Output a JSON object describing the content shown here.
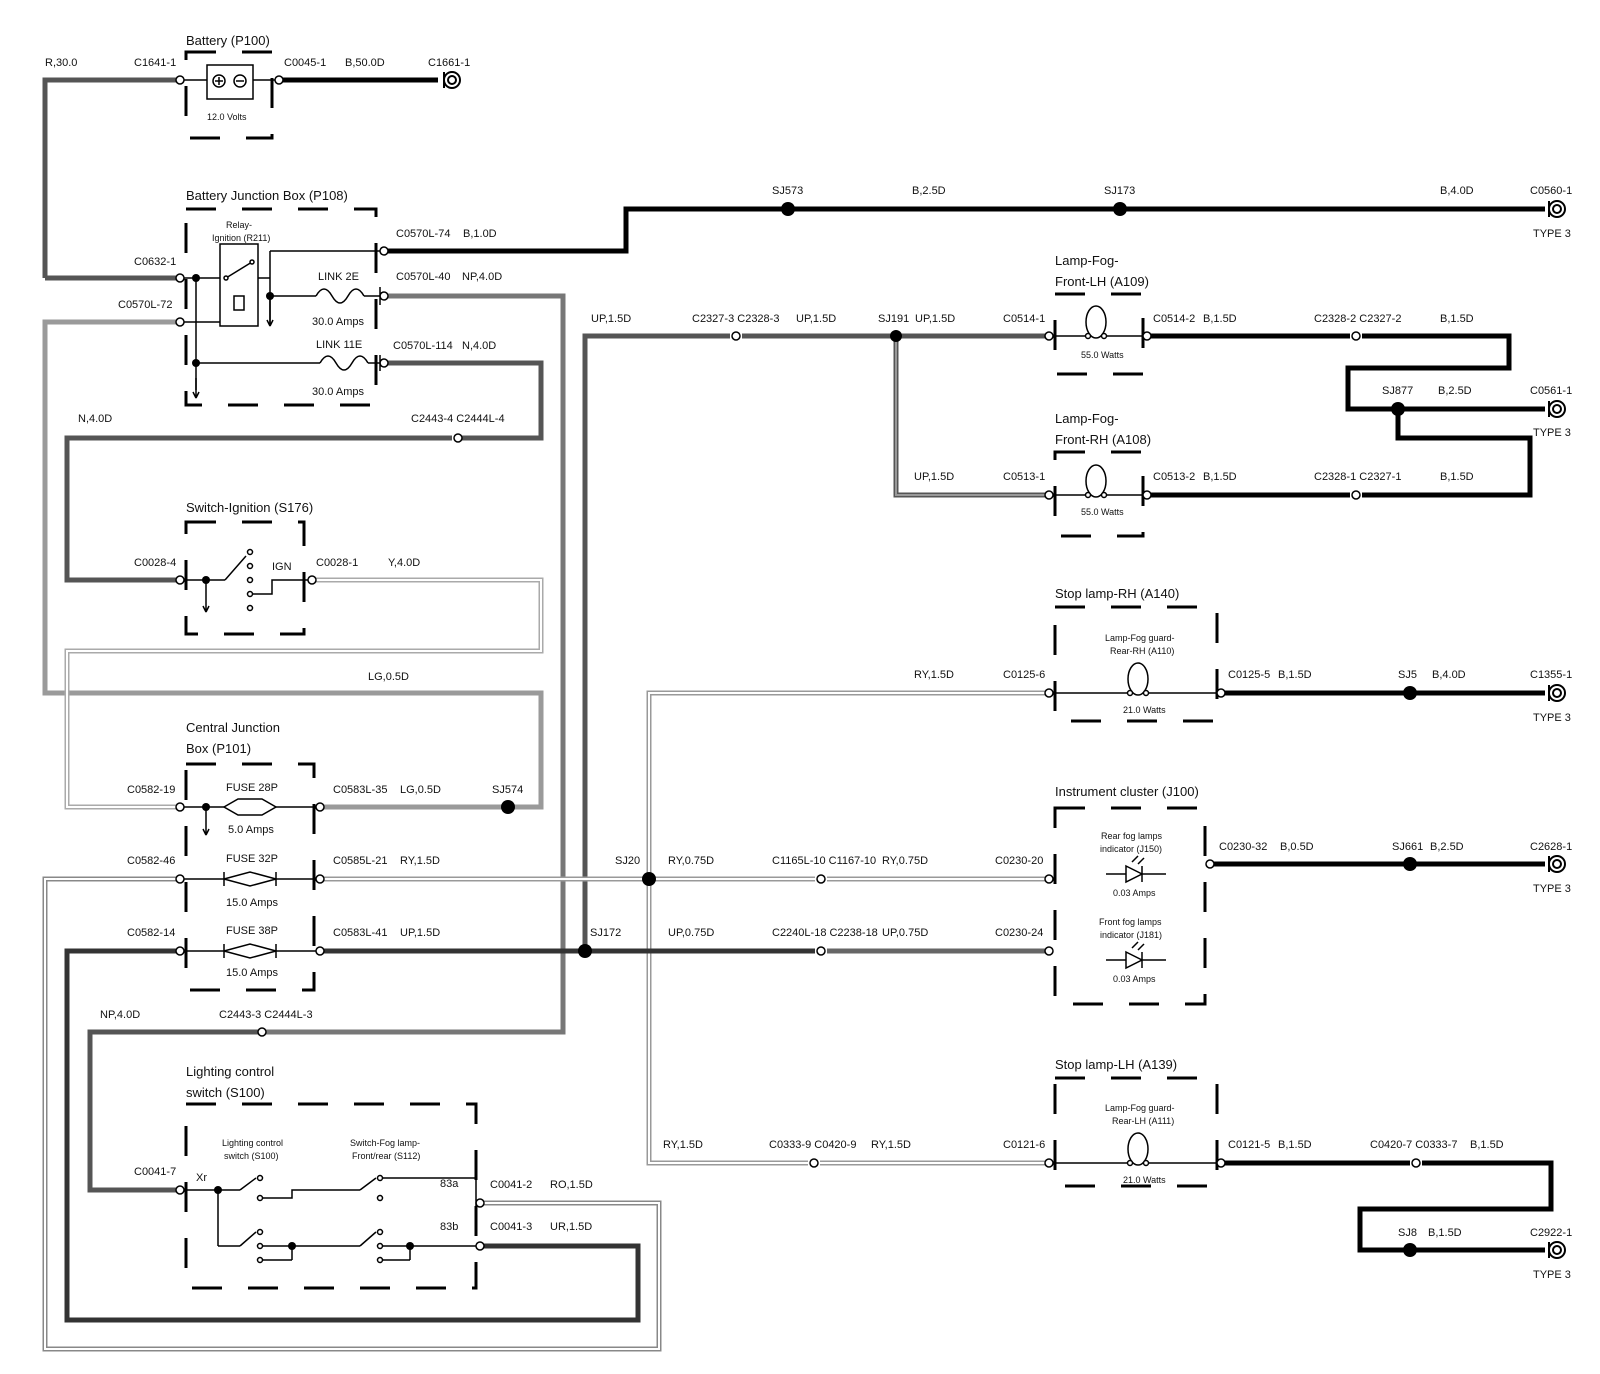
{
  "components": {
    "battery": {
      "title": "Battery (P100)",
      "rating": "12.0 Volts"
    },
    "bjb": {
      "title": "Battery Junction Box (P108)",
      "relay_line1": "Relay-",
      "relay_line2": "Ignition (R211)",
      "link_a": "LINK 2E",
      "link_a_rating": "30.0 Amps",
      "link_b": "LINK 11E",
      "link_b_rating": "30.0 Amps"
    },
    "switch_ign": {
      "title": "Switch-Ignition (S176)",
      "pos": "IGN"
    },
    "cjb": {
      "title_line1": "Central Junction",
      "title_line2": "Box (P101)",
      "fuse_a": "FUSE 28P",
      "fuse_a_rating": "5.0 Amps",
      "fuse_b": "FUSE 32P",
      "fuse_b_rating": "15.0 Amps",
      "fuse_c": "FUSE 38P",
      "fuse_c_rating": "15.0 Amps"
    },
    "lcs": {
      "title_line1": "Lighting control",
      "title_line2": "switch (S100)",
      "inner_a1": "Lighting control",
      "inner_a2": "switch (S100)",
      "inner_b1": "Switch-Fog lamp-",
      "inner_b2": "Front/rear (S112)",
      "xr": "Xr",
      "p83a": "83a",
      "p83b": "83b"
    },
    "fog_lh": {
      "title_line1": "Lamp-Fog-",
      "title_line2": "Front-LH (A109)",
      "rating": "55.0 Watts"
    },
    "fog_rh": {
      "title_line1": "Lamp-Fog-",
      "title_line2": "Front-RH (A108)",
      "rating": "55.0 Watts"
    },
    "stop_rh": {
      "title": "Stop lamp-RH (A140)",
      "inner1": "Lamp-Fog guard-",
      "inner2": "Rear-RH (A110)",
      "rating": "21.0 Watts"
    },
    "cluster": {
      "title": "Instrument cluster (J100)",
      "ind_a1": "Rear fog lamps",
      "ind_a2": "indicator (J150)",
      "ind_a_rating": "0.03 Amps",
      "ind_b1": "Front fog lamps",
      "ind_b2": "indicator (J181)",
      "ind_b_rating": "0.03 Amps"
    },
    "stop_lh": {
      "title": "Stop lamp-LH (A139)",
      "inner1": "Lamp-Fog guard-",
      "inner2": "Rear-LH (A111)",
      "rating": "21.0 Watts"
    }
  },
  "labels": {
    "r300": "R,30.0",
    "c1641": "C1641-1",
    "c0045": "C0045-1",
    "b500": "B,50.0D",
    "c1661": "C1661-1",
    "sj573": "SJ573",
    "b25a": "B,2.5D",
    "sj173": "SJ173",
    "b40a": "B,4.0D",
    "c0560": "C0560-1",
    "type3a": "TYPE 3",
    "c0570l74": "C0570L-74",
    "b10": "B,1.0D",
    "c0632": "C0632-1",
    "c0570l72": "C0570L-72",
    "c0570l40": "C0570L-40",
    "np40a": "NP,4.0D",
    "c0570l114": "C0570L-114",
    "n40a": "N,4.0D",
    "n40b": "N,4.0D",
    "c2443_4": "C2443-4 C2444L-4",
    "up15a": "UP,1.5D",
    "c2327_3": "C2327-3 C2328-3",
    "up15b": "UP,1.5D",
    "sj191": "SJ191",
    "up15c": "UP,1.5D",
    "c0514_1": "C0514-1",
    "c0514_2": "C0514-2",
    "b15a": "B,1.5D",
    "c2328_2": "C2328-2 C2327-2",
    "b15b": "B,1.5D",
    "sj877": "SJ877",
    "b25b": "B,2.5D",
    "c0561": "C0561-1",
    "type3b": "TYPE 3",
    "up15d": "UP,1.5D",
    "c0513_1": "C0513-1",
    "c0513_2": "C0513-2",
    "b15c": "B,1.5D",
    "c2328_1": "C2328-1 C2327-1",
    "b15d": "B,1.5D",
    "c0028_4": "C0028-4",
    "c0028_1": "C0028-1",
    "y40": "Y,4.0D",
    "lg05a": "LG,0.5D",
    "ry15a": "RY,1.5D",
    "c0125_6": "C0125-6",
    "c0125_5": "C0125-5",
    "b15e": "B,1.5D",
    "sj5": "SJ5",
    "b40b": "B,4.0D",
    "c1355": "C1355-1",
    "type3c": "TYPE 3",
    "c0582_19": "C0582-19",
    "c0583l35": "C0583L-35",
    "lg05b": "LG,0.5D",
    "sj574": "SJ574",
    "c0582_46": "C0582-46",
    "c0585l21": "C0585L-21",
    "ry15b": "RY,1.5D",
    "sj20": "SJ20",
    "ry075a": "RY,0.75D",
    "c1165": "C1165L-10 C1167-10",
    "ry075b": "RY,0.75D",
    "c0230_20": "C0230-20",
    "c0230_32": "C0230-32",
    "b05": "B,0.5D",
    "sj661": "SJ661",
    "b25c": "B,2.5D",
    "c2628": "C2628-1",
    "type3d": "TYPE 3",
    "c0582_14": "C0582-14",
    "c0583l41": "C0583L-41",
    "up15e": "UP,1.5D",
    "sj172": "SJ172",
    "up075a": "UP,0.75D",
    "c2240": "C2240L-18 C2238-18",
    "up075b": "UP,0.75D",
    "c0230_24": "C0230-24",
    "np40b": "NP,4.0D",
    "c2443_3": "C2443-3 C2444L-3",
    "c0041_7": "C0041-7",
    "c0041_2": "C0041-2",
    "ro15": "RO,1.5D",
    "c0041_3": "C0041-3",
    "ur15": "UR,1.5D",
    "ry15c": "RY,1.5D",
    "c0333_9": "C0333-9 C0420-9",
    "ry15d": "RY,1.5D",
    "c0121_6": "C0121-6",
    "c0121_5": "C0121-5",
    "b15f": "B,1.5D",
    "c0420_7": "C0420-7 C0333-7",
    "b15g": "B,1.5D",
    "sj8": "SJ8",
    "b15h": "B,1.5D",
    "c2922": "C2922-1",
    "type3e": "TYPE 3"
  },
  "colors": {
    "black_wire": "#000000",
    "dark_wire": "#555555",
    "gray_wire": "#8a8a8a",
    "light_wire": "#bdbdbd"
  }
}
